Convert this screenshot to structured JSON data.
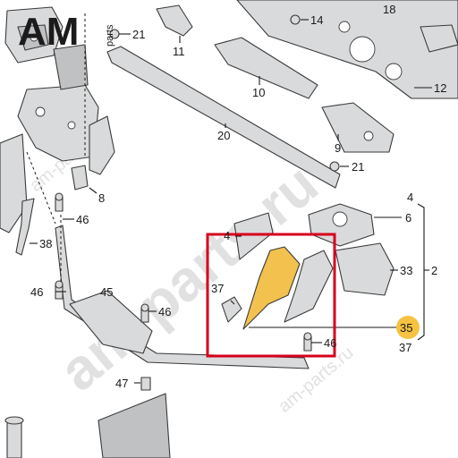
{
  "logo": {
    "brand": "AM",
    "suffix": "parts"
  },
  "watermark": {
    "main": "am-parts.ru",
    "small_1": "am-parts.ru",
    "small_2": "am-parts.ru"
  },
  "callouts": {
    "c18": "18",
    "c14": "14",
    "c21a": "21",
    "c11": "11",
    "c12": "12",
    "c10": "10",
    "c20": "20",
    "c9": "9",
    "c21b": "21",
    "c8": "8",
    "c46a": "46",
    "c4a": "4",
    "c6": "6",
    "c2": "2",
    "c38": "38",
    "c4b": "4",
    "c33": "33",
    "c46b": "46",
    "c45": "45",
    "c37a": "37",
    "c46c": "46",
    "c35": "35",
    "c37b": "37",
    "c46d": "46",
    "c47": "47"
  },
  "highlight": {
    "part_number": "35",
    "badge_color": "#f5c242",
    "part_color": "#f2c14e",
    "frame_color": "#d6001c"
  }
}
